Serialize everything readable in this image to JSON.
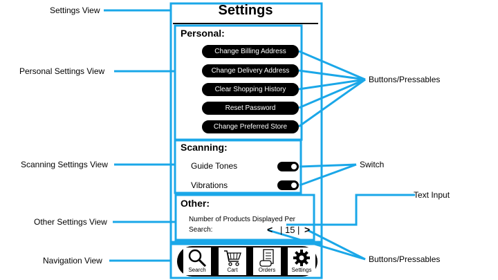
{
  "annotations": {
    "settings_view": "Settings View",
    "personal_settings_view": "Personal Settings View",
    "scanning_settings_view": "Scanning Settings View",
    "other_settings_view": "Other Settings View",
    "navigation_view": "Navigation View",
    "buttons_pressables_top": "Buttons/Pressables",
    "switch": "Switch",
    "text_input": "Text Input",
    "buttons_pressables_bottom": "Buttons/Pressables"
  },
  "screen": {
    "title": "Settings",
    "personal": {
      "heading": "Personal:",
      "buttons": [
        "Change Billing Address",
        "Change Delivery Address",
        "Clear Shopping History",
        "Reset Password",
        "Change Preferred Store"
      ]
    },
    "scanning": {
      "heading": "Scanning:",
      "guide_tones_label": "Guide Tones",
      "vibrations_label": "Vibrations"
    },
    "other": {
      "heading": "Other:",
      "products_label_line1": "Number of Products Displayed Per",
      "products_label_line2": "Search:",
      "decrement": "<",
      "value": "| 15 |",
      "increment": ">"
    },
    "nav": {
      "search": "Search",
      "cart": "Cart",
      "orders": "Orders",
      "settings": "Settings"
    }
  },
  "colors": {
    "accent": "#1aa7e8",
    "pill_bg": "#000000"
  }
}
